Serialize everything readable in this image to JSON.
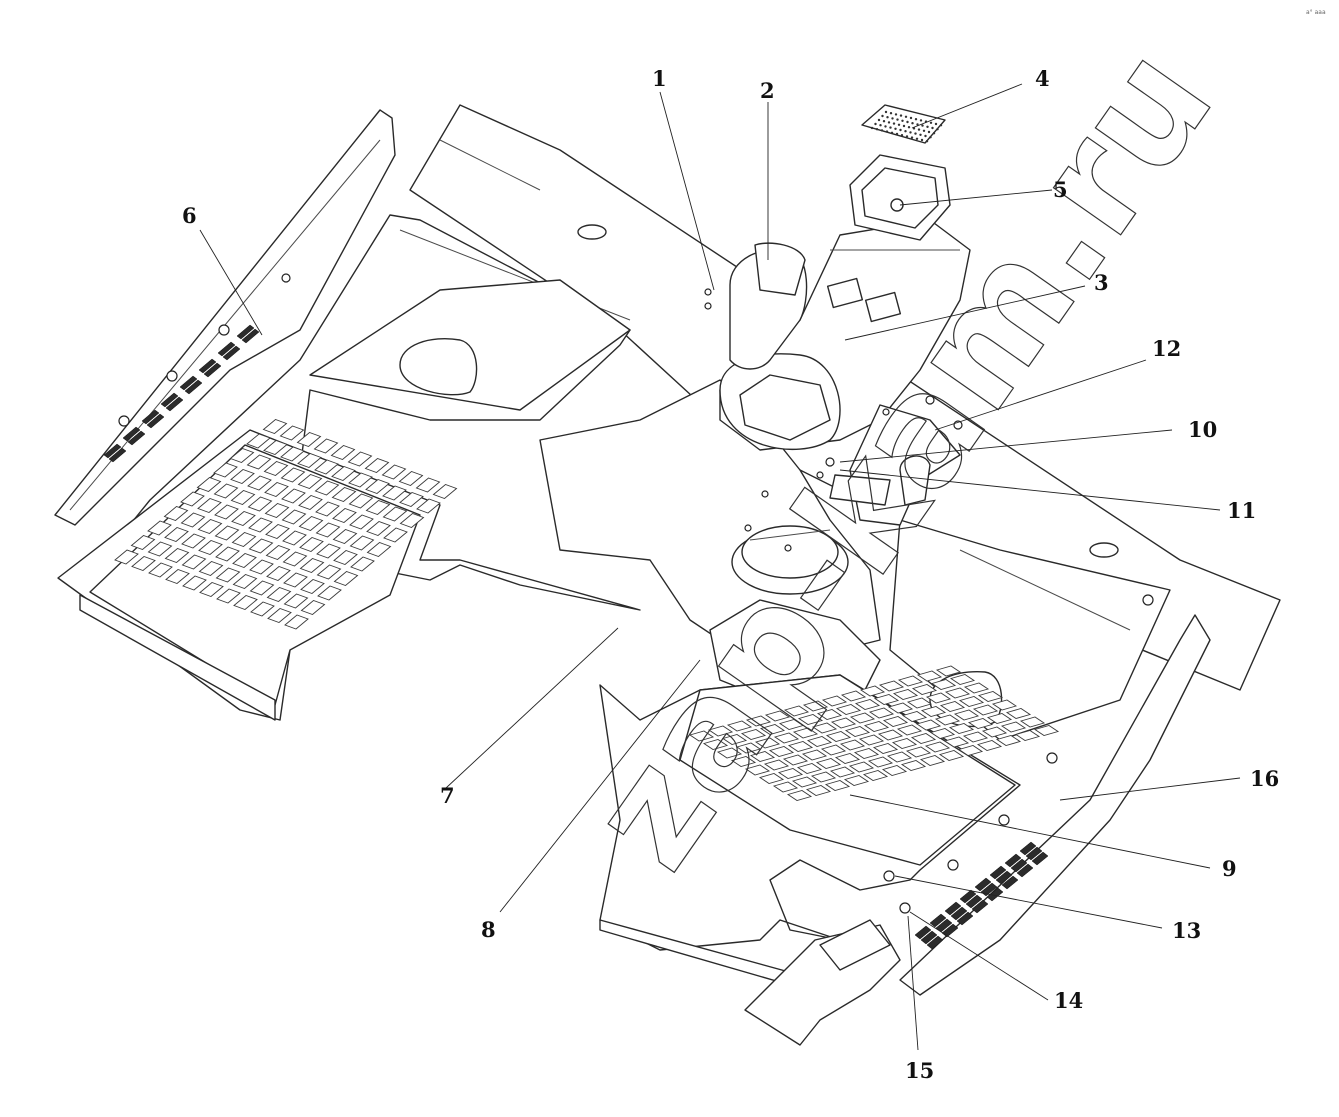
{
  "callouts": [
    {
      "id": "1",
      "label": "1"
    },
    {
      "id": "2",
      "label": "2"
    },
    {
      "id": "3",
      "label": "3"
    },
    {
      "id": "4",
      "label": "4"
    },
    {
      "id": "5",
      "label": "5"
    },
    {
      "id": "6",
      "label": "6"
    },
    {
      "id": "7",
      "label": "7"
    },
    {
      "id": "8",
      "label": "8"
    },
    {
      "id": "9",
      "label": "9"
    },
    {
      "id": "10",
      "label": "10"
    },
    {
      "id": "11",
      "label": "11"
    },
    {
      "id": "12",
      "label": "12"
    },
    {
      "id": "13",
      "label": "13"
    },
    {
      "id": "14",
      "label": "14"
    },
    {
      "id": "15",
      "label": "15"
    },
    {
      "id": "16",
      "label": "16"
    }
  ],
  "watermark": "zap-kam.ru",
  "corner_mark": "a° aaa",
  "colors": {
    "line": "#2a2a2a",
    "background": "#ffffff"
  }
}
